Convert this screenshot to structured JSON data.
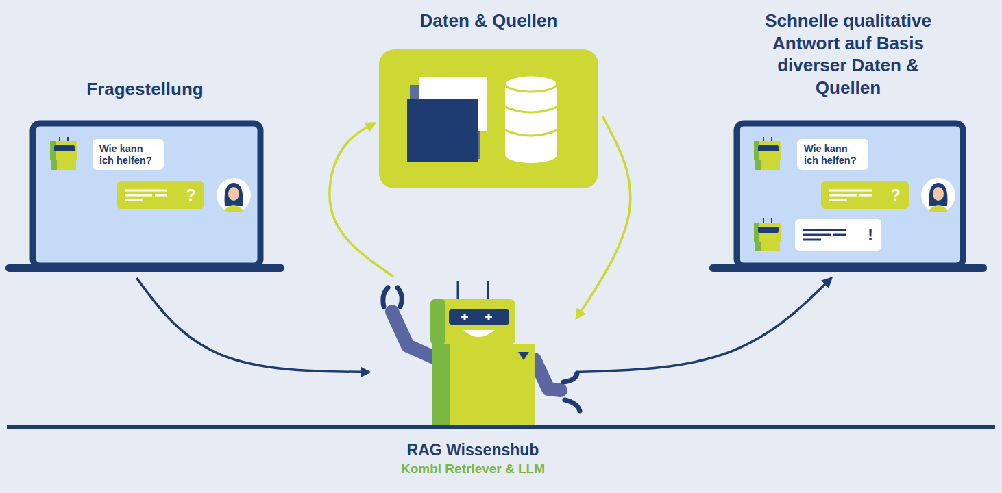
{
  "diagram": {
    "nodes": [
      {
        "text": [
          "Fragestellung"
        ]
      },
      {
        "text": [
          "Wie kann ich helfen?"
        ],
        "in": 0
      },
      {
        "text": [
          "?"
        ],
        "in": 0
      },
      {
        "text": [
          "Daten & Quellen"
        ]
      },
      {
        "text": [
          "Schnelle qualitative Antwort auf Basis diverser Daten & Quellen"
        ]
      },
      {
        "text": [
          "Wie kann ich helfen?"
        ],
        "in": 4
      },
      {
        "text": [
          "?"
        ],
        "in": 4
      },
      {
        "text": [
          "!"
        ],
        "in": 4
      },
      {
        "text": [
          "RAG Wissenshub",
          "Kombi Retriever & LLM"
        ]
      }
    ],
    "edges": [
      {
        "from": 0,
        "to": 8,
        "arrow": "to"
      },
      {
        "from": 8,
        "to": 3,
        "arrow": "to"
      },
      {
        "from": 3,
        "to": 8,
        "arrow": "to"
      },
      {
        "from": 8,
        "to": 4,
        "arrow": "to"
      }
    ]
  }
}
